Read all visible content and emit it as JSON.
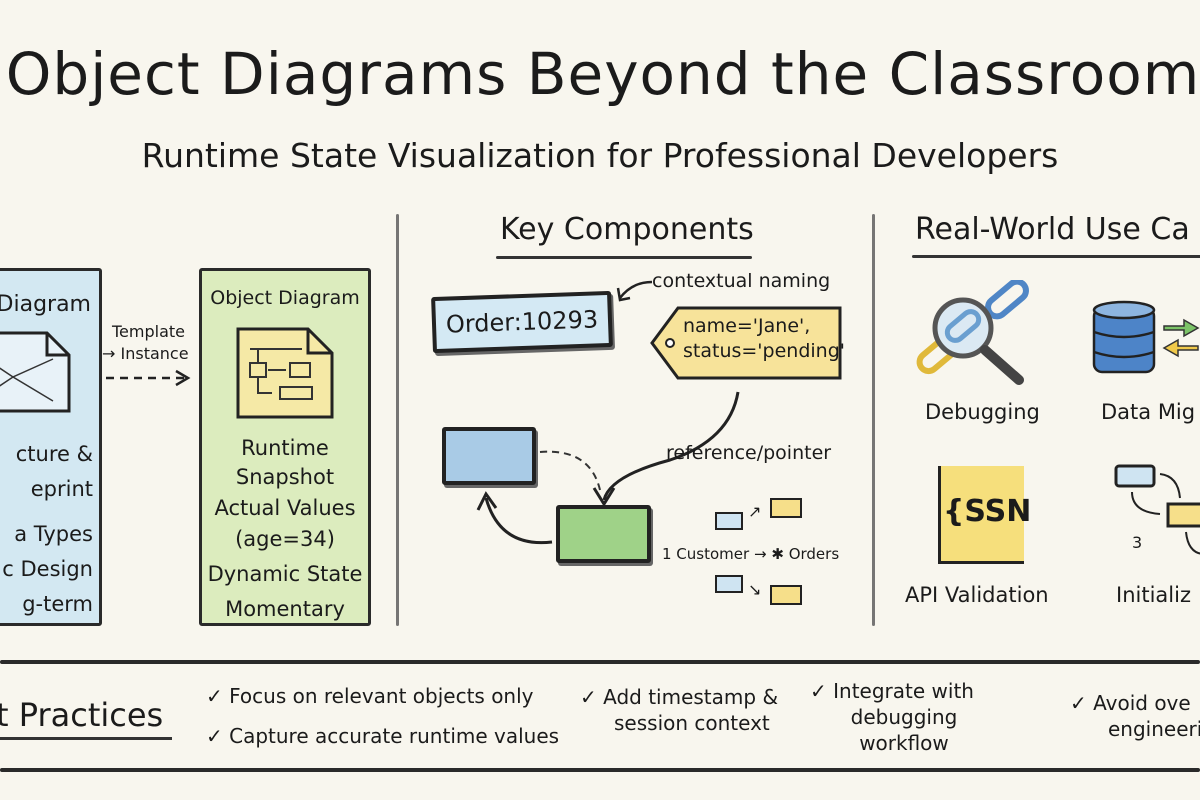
{
  "title": "Object Diagrams Beyond the Classroom",
  "subtitle": "Runtime State Visualization for Professional Developers",
  "class_panel": {
    "heading": "Diagram",
    "lines": [
      "cture &",
      "eprint",
      "a Types",
      "c Design",
      "g-term"
    ]
  },
  "transition": {
    "line1": "Template",
    "line2": "→ Instance"
  },
  "object_panel": {
    "heading": "Object Diagram",
    "lines": [
      "Runtime",
      "Snapshot",
      "Actual Values",
      "(age=34)",
      "Dynamic State",
      "Momentary"
    ]
  },
  "key_components": {
    "heading": "Key Components",
    "naming_note": "contextual naming",
    "object_name": "Order:10293",
    "tag_line1": "name='Jane',",
    "tag_line2": "status='pending'",
    "reference_note": "reference/pointer",
    "multiplicity": {
      "left": "1 Customer",
      "arrow": "→",
      "star": "✱",
      "right": "Orders"
    }
  },
  "use_cases": {
    "heading": "Real-World Use Ca",
    "items": [
      {
        "label": "Debugging",
        "icon": "magnifier-chain-icon"
      },
      {
        "label": "Data Mig",
        "icon": "database-sync-icon"
      },
      {
        "label": "API Validation",
        "icon": "json-document-icon",
        "icon_text": "{SSN"
      },
      {
        "label": "Initializ",
        "icon": "object-flow-icon",
        "icon_text": "3"
      }
    ]
  },
  "best_practices": {
    "heading": "t Practices",
    "check": "✓",
    "items": [
      "Focus on relevant objects only",
      "Capture accurate runtime values",
      "Add timestamp &",
      "session context",
      "Integrate with",
      "debugging",
      "workflow",
      "Avoid ove",
      "engineeri"
    ]
  },
  "colors": {
    "background": "#f8f6ee",
    "blue": "#cfe6f2",
    "green": "#d9ebb8",
    "yellow": "#f6e39a",
    "ink": "#1b1b1b"
  }
}
